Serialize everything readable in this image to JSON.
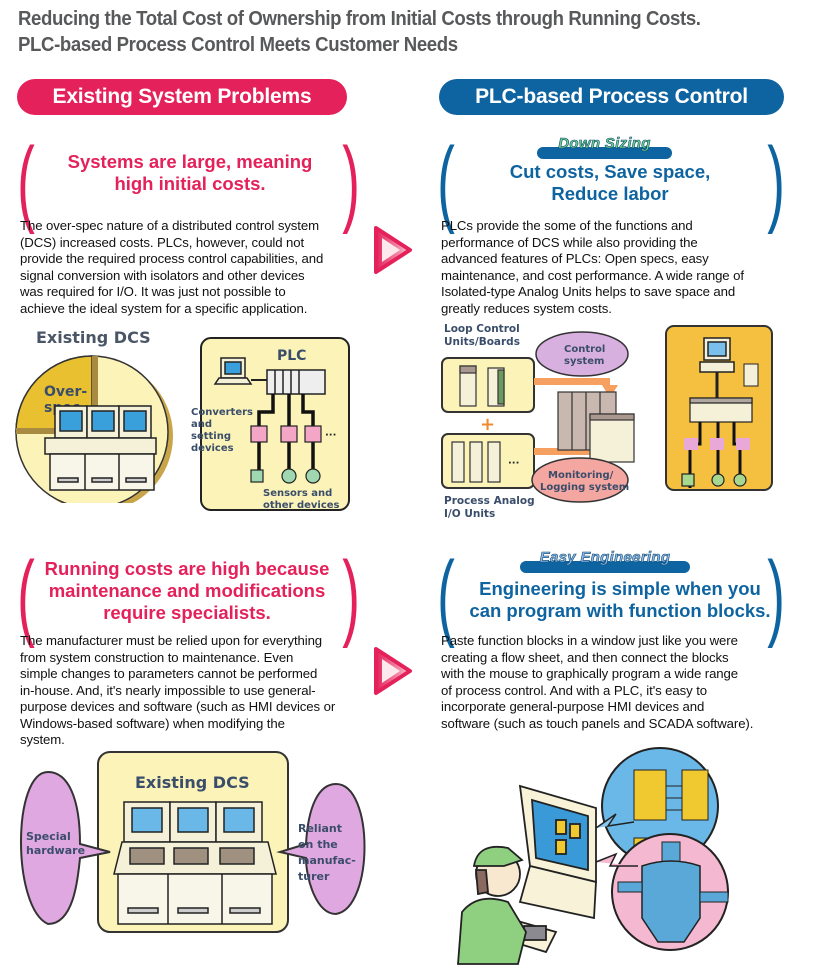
{
  "header": {
    "title_line1": "Reducing the Total Cost of Ownership from Initial Costs through Running Costs.",
    "title_line2": "PLC-based Process Control Meets Customer Needs"
  },
  "columns": {
    "left_banner": "Existing System Problems",
    "right_banner": "PLC-based Process Control"
  },
  "colors": {
    "problem_red": "#e4215a",
    "solution_blue": "#0e64a0",
    "title_gray": "#58595b",
    "tag_green": "#6fd08a",
    "tag_lightblue": "#8fb8e8"
  },
  "section1": {
    "problem": {
      "headline_line1": "Systems are large, meaning",
      "headline_line2": "high initial costs.",
      "body": [
        "The over-spec nature of a distributed control system",
        "(DCS) increased costs. PLCs, however, could not",
        "provide the required process control capabilities, and",
        "signal conversion with isolators and other devices",
        "was required for I/O. It was just not possible to",
        "achieve the ideal system for a specific application."
      ],
      "illustration": {
        "dcs_title": "Existing DCS",
        "overspec_label_1": "Over-",
        "overspec_label_2": "spec",
        "plc_label": "PLC",
        "converters_label": [
          "Converters",
          "and",
          "setting",
          "devices"
        ],
        "sensors_label": [
          "Sensors and",
          "other devices"
        ]
      }
    },
    "arrow_icon": "play-triangle-icon",
    "solution": {
      "tag": "Down Sizing",
      "headline_line1": "Cut costs, Save space,",
      "headline_line2": "Reduce labor",
      "body": [
        "PLCs provide the some of the functions and",
        "performance of DCS while also providing the",
        "advanced features of PLCs: Open specs, easy",
        "maintenance, and cost performance. A wide range of",
        "Isolated-type Analog Units helps to save space and",
        "greatly reduces system costs."
      ],
      "illustration": {
        "loop_label": [
          "Loop Control",
          "Units/Boards"
        ],
        "process_label": [
          "Process Analog",
          "I/O Units"
        ],
        "control_bubble": [
          "Control",
          "system"
        ],
        "monitor_bubble": [
          "Monitoring/",
          "Logging system"
        ],
        "plus": "+"
      }
    }
  },
  "section2": {
    "problem": {
      "headline_line1": "Running costs are high because",
      "headline_line2": "maintenance and modifications",
      "headline_line3": "require specialists.",
      "body": [
        "The manufacturer must be relied upon for everything",
        "from system construction to maintenance. Even",
        "simple changes to parameters cannot be performed",
        "in-house. And, it's nearly impossible to use general-",
        "purpose devices and software (such as HMI devices or",
        "Windows-based software) when modifying the",
        "system."
      ],
      "illustration": {
        "dcs_title": "Existing DCS",
        "left_bubble": [
          "Special",
          "hardware"
        ],
        "right_bubble": [
          "Reliant",
          "on the",
          "manufac-",
          "turer"
        ]
      }
    },
    "arrow_icon": "play-triangle-icon",
    "solution": {
      "tag": "Easy Engineering",
      "headline_line1": "Engineering is simple when you",
      "headline_line2": "can program with function blocks.",
      "body": [
        "Paste function blocks in a window just like you were",
        "creating a flow sheet, and then connect the blocks",
        "with the mouse to graphically program a wide range",
        "of process control. And with a PLC, it's easy to",
        "incorporate general-purpose HMI devices and",
        "software (such as touch panels and SCADA software)."
      ]
    }
  }
}
